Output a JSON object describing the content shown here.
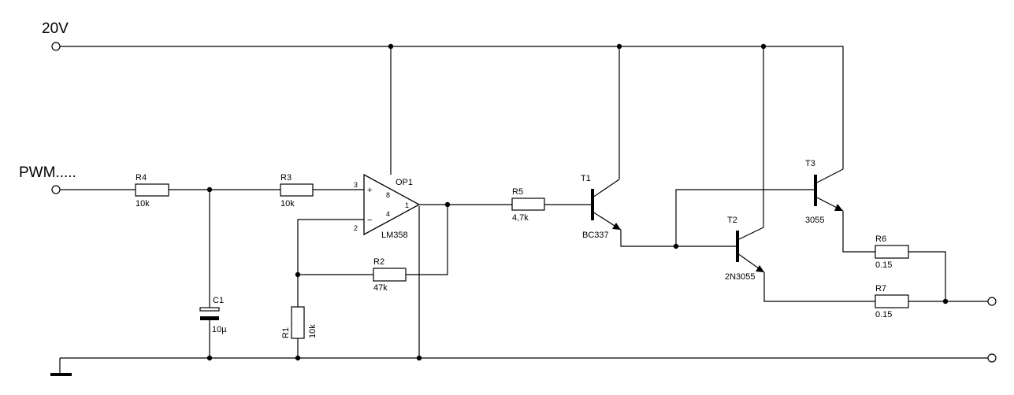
{
  "rails": {
    "supply_label": "20V",
    "input_label": "PWM....."
  },
  "opamp": {
    "name": "OP1",
    "part": "LM358",
    "pin_noninv": "3",
    "pin_inv": "2",
    "pin_out": "1",
    "pin_vcc": "8",
    "pin_gnd": "4",
    "plus": "+",
    "minus": "−"
  },
  "resistors": {
    "r1": {
      "name": "R1",
      "value": "10k"
    },
    "r2": {
      "name": "R2",
      "value": "47k"
    },
    "r3": {
      "name": "R3",
      "value": "10k"
    },
    "r4": {
      "name": "R4",
      "value": "10k"
    },
    "r5": {
      "name": "R5",
      "value": "4,7k"
    },
    "r6": {
      "name": "R6",
      "value": "0.15"
    },
    "r7": {
      "name": "R7",
      "value": "0.15"
    }
  },
  "capacitor": {
    "name": "C1",
    "value": "10µ"
  },
  "transistors": {
    "t1": {
      "name": "T1",
      "part": "BC337"
    },
    "t2": {
      "name": "T2",
      "part": "2N3055"
    },
    "t3": {
      "name": "T3",
      "part": "3055"
    }
  }
}
